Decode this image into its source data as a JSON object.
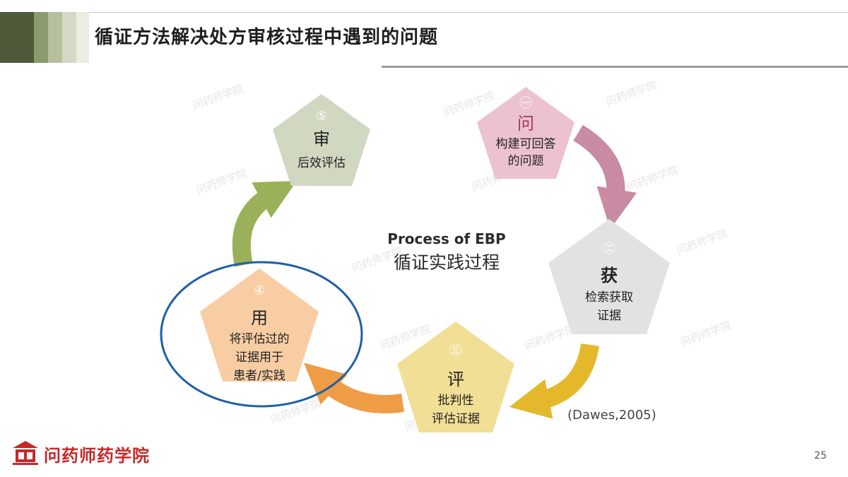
{
  "slide": {
    "title": "循证方法解决处方审核过程中遇到的问题",
    "page_number": "25",
    "logo_text": "问药师药学院"
  },
  "diagram": {
    "center_en": "Process of EBP",
    "center_zh": "循证实践过程",
    "citation": "(Dawes,2005)",
    "steps": [
      {
        "id": "ask",
        "num": "㊀",
        "title": "问",
        "lines": [
          "构建可回答",
          "的问题"
        ],
        "color": "#ecc2d0",
        "title_color": "#9b3a5a"
      },
      {
        "id": "acquire",
        "num": "㊁",
        "title": "获",
        "lines": [
          "检索获取",
          "证据"
        ],
        "color": "#e2e2e2",
        "title_color": "#222222"
      },
      {
        "id": "appraise",
        "num": "㊂",
        "title": "评",
        "lines": [
          "批判性",
          "评估证据"
        ],
        "color": "#f2df96",
        "title_color": "#333333"
      },
      {
        "id": "apply",
        "num": "④",
        "title": "用",
        "lines": [
          "将评估过的",
          "证据用于",
          "患者/实践"
        ],
        "color": "#f8cda3",
        "title_color": "#333333"
      },
      {
        "id": "audit",
        "num": "⑤",
        "title": "审",
        "lines": [
          "后效评估"
        ],
        "color": "#d1d8c2",
        "title_color": "#333333"
      }
    ],
    "arrow_colors": [
      "#c98aa3",
      "#e5b82c",
      "#ef9c46",
      "#9ab15a"
    ],
    "highlight_color": "#1f5fa6",
    "watermark_text": "问药师学院"
  }
}
